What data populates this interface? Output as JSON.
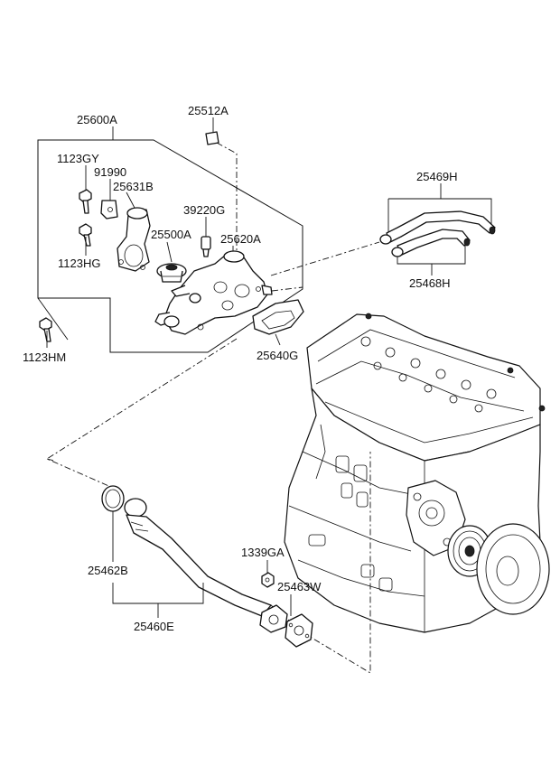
{
  "labels": {
    "assy_25600A": "25600A",
    "stud_25512A": "25512A",
    "bolt_1123GY": "1123GY",
    "bracket_91990": "91990",
    "fitting_25631B": "25631B",
    "sensor_39220G": "39220G",
    "thermostat_25500A": "25500A",
    "housing_25620A": "25620A",
    "bolt_1123HG": "1123HG",
    "bolt_1123HM": "1123HM",
    "gasket_25640G": "25640G",
    "hose_25469H": "25469H",
    "hose_25468H": "25468H",
    "oring_25462B": "25462B",
    "nut_1339GA": "1339GA",
    "gasket_25463W": "25463W",
    "pipe_25460E": "25460E"
  }
}
